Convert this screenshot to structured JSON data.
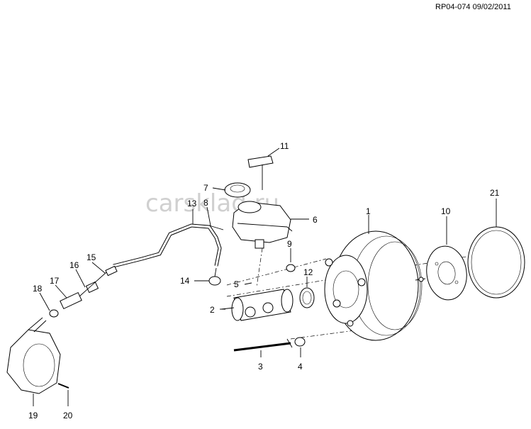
{
  "doc_ref": "RP04-074 09/02/2011",
  "watermark": "carsklad.ru",
  "callouts": [
    {
      "id": "c1",
      "text": "1"
    },
    {
      "id": "c2",
      "text": "2"
    },
    {
      "id": "c3",
      "text": "3"
    },
    {
      "id": "c4",
      "text": "4"
    },
    {
      "id": "c5",
      "text": "5"
    },
    {
      "id": "c6",
      "text": "6"
    },
    {
      "id": "c7",
      "text": "7"
    },
    {
      "id": "c8",
      "text": "8"
    },
    {
      "id": "c9",
      "text": "9"
    },
    {
      "id": "c10",
      "text": "10"
    },
    {
      "id": "c11",
      "text": "11"
    },
    {
      "id": "c12",
      "text": "12"
    },
    {
      "id": "c13",
      "text": "13"
    },
    {
      "id": "c14",
      "text": "14"
    },
    {
      "id": "c15",
      "text": "15"
    },
    {
      "id": "c16",
      "text": "16"
    },
    {
      "id": "c17",
      "text": "17"
    },
    {
      "id": "c18",
      "text": "18"
    },
    {
      "id": "c19",
      "text": "19"
    },
    {
      "id": "c20",
      "text": "20"
    },
    {
      "id": "c21",
      "text": "21"
    }
  ]
}
